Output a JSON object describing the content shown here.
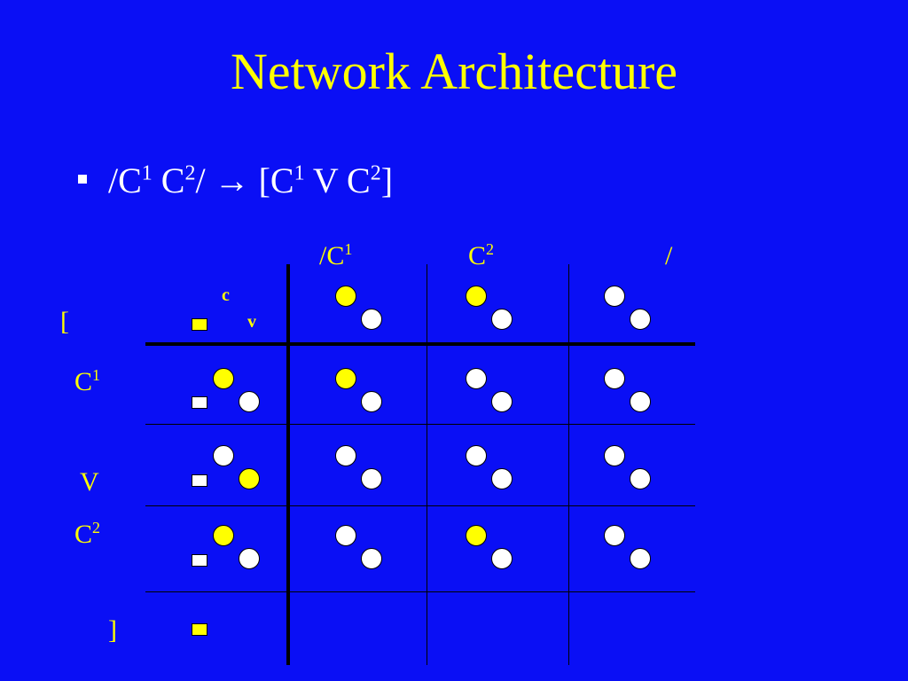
{
  "title": "Network Architecture",
  "bullet": {
    "text1": "/C",
    "sup1": "1",
    "text2": " C",
    "sup2": "2",
    "text3": "/ ",
    "arrow": "→",
    "text4": " [C",
    "sup3": "1",
    "text5": " V C",
    "sup4": "2",
    "text6": "]"
  },
  "columns": {
    "col1": {
      "base": "/C",
      "sup": "1"
    },
    "col2": {
      "base": "C",
      "sup": "2"
    },
    "col3": {
      "base": "/",
      "sup": ""
    }
  },
  "rows": {
    "row0": {
      "base": "[",
      "sup": ""
    },
    "row1": {
      "base": "C",
      "sup": "1"
    },
    "row2": {
      "base": "V",
      "sup": ""
    },
    "row3": {
      "base": "C",
      "sup": "2"
    },
    "row4": {
      "base": "]",
      "sup": ""
    }
  },
  "unit_labels": {
    "consonant": "c",
    "vowel": "v"
  },
  "cells": {
    "row0": {
      "square": true,
      "c_units": [
        false,
        true,
        true,
        false
      ],
      "v_units": [
        false,
        false,
        false,
        false
      ]
    },
    "row1": {
      "square": false,
      "c_units": [
        true,
        true,
        false,
        false
      ],
      "v_units": [
        false,
        false,
        false,
        false
      ]
    },
    "row2": {
      "square": false,
      "c_units": [
        false,
        false,
        false,
        false
      ],
      "v_units": [
        true,
        false,
        false,
        false
      ]
    },
    "row3": {
      "square": false,
      "c_units": [
        true,
        false,
        true,
        false
      ],
      "v_units": [
        false,
        false,
        false,
        false
      ]
    },
    "row4": {
      "square": true
    }
  },
  "colors": {
    "background": "#0a0ff5",
    "active": "#ffff00",
    "inactive": "#ffffff",
    "lines": "#000000"
  }
}
